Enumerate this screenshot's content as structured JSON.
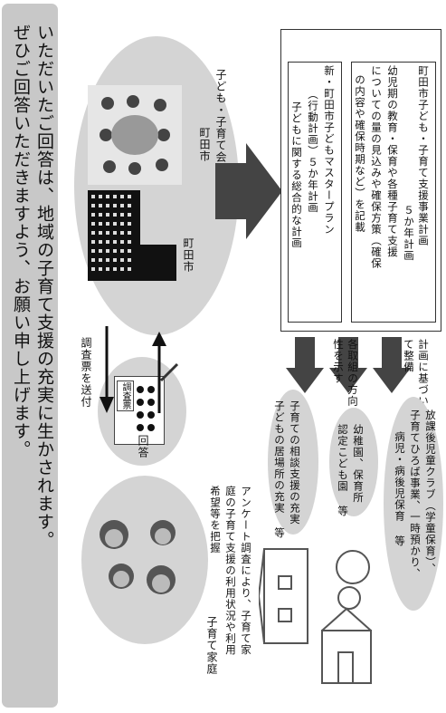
{
  "banner": {
    "line1": "いただいたご回答は、地域の子育て支援の充実に生かされます。",
    "line2": "ぜひご回答いただきますよう、お願い申し上げます。"
  },
  "city": {
    "machida_label": "町田市",
    "council_label_1": "町田市",
    "council_label_2": "子ども・子育て会議"
  },
  "survey": {
    "send_label": "調査票を送付",
    "form_title": "調査票",
    "answer_label": "回答",
    "family_label": "子育て家庭",
    "note": [
      "アンケート調査により、子育て家",
      "庭の子育て支援の利用状況や利用",
      "希望等を把握"
    ]
  },
  "plans": {
    "plan1": [
      "新・町田市子どもマスタープラン",
      "（行動計画）５か年計画",
      "子どもに関する総合的な計画"
    ],
    "plan2": [
      "町田市子ども・子育て支援事業計画",
      "５か年計画",
      "幼児期の教育・保育や各種子育て支援",
      "についての量の見込みや確保方策（確保",
      "の内容や確保時期など）を記載"
    ]
  },
  "actions": {
    "direction": [
      "各取組の方向",
      "性を示す"
    ],
    "maintain": [
      "計画に基づい",
      "て整備"
    ]
  },
  "services": {
    "group1": [
      "子育ての相談支援の充実",
      "子どもの居場所の充実 等"
    ],
    "group2": [
      "幼稚園、保育所",
      "認定こども園 等"
    ],
    "group3": [
      "放課後児童クラブ（学童保育）、",
      "子育てひろば事業、一時預かり、",
      "病児・病後児保育 等"
    ]
  }
}
